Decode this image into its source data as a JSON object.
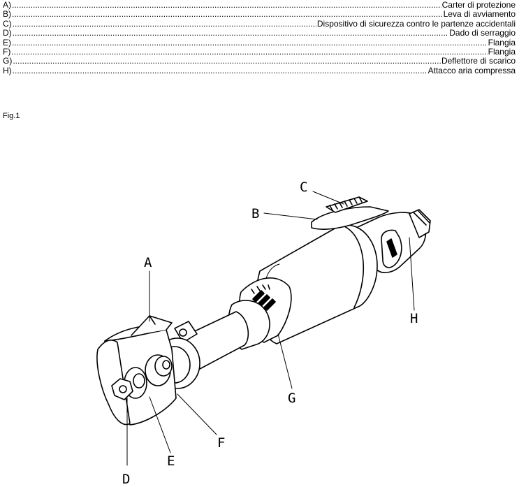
{
  "legend": [
    {
      "letter": "A)",
      "desc": "Carter di protezione"
    },
    {
      "letter": "B)",
      "desc": "Leva di avviamento"
    },
    {
      "letter": "C)",
      "desc": "Dispositivo di sicurezza contro le partenze accidentali"
    },
    {
      "letter": "D)",
      "desc": "Dado di serraggio"
    },
    {
      "letter": "E)",
      "desc": "Flangia"
    },
    {
      "letter": "F)",
      "desc": "Flangia"
    },
    {
      "letter": "G)",
      "desc": "Deflettore di scarico"
    },
    {
      "letter": "H)",
      "desc": "Attacco aria compressa"
    }
  ],
  "figure": {
    "label": "Fig.1",
    "callouts": {
      "a": "A",
      "b": "B",
      "c": "C",
      "d": "D",
      "e": "E",
      "f": "F",
      "g": "G",
      "h": "H"
    }
  }
}
